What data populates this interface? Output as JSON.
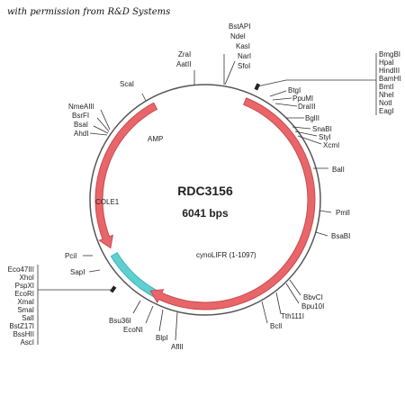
{
  "credit": "with permission from R&D Systems",
  "plasmid": {
    "name": "RDC3156",
    "size": "6041 bps"
  },
  "features": [
    {
      "label": "AMP",
      "color": "#e8666a",
      "start": 332,
      "end": 243
    },
    {
      "label": "COLE1",
      "color": "#5fd0d2",
      "start": 193,
      "end": 239
    },
    {
      "label": "cynoLIFR (1-1097)",
      "color": "#e8666a",
      "start": 22,
      "end": 211
    }
  ],
  "sites": {
    "top": [
      "BstAPI",
      "NdeI",
      "KasI",
      "NarI",
      "SfoI"
    ],
    "top_left": [
      "ZraI",
      "AatII"
    ],
    "left_upper": [
      "NmeAIII",
      "BsrFI",
      "BsaI",
      "AhdI"
    ],
    "scal": "ScaI",
    "mcs_right": [
      "BmgBI",
      "HpaI",
      "HindIII",
      "BamHI",
      "BmtI",
      "NheI",
      "NotI",
      "EagI"
    ],
    "right": [
      "BtgI",
      "PpuMI",
      "DraIII",
      "BglII",
      "SnaBI",
      "StyI",
      "XcmI",
      "BalI",
      "PmlI",
      "BsaBI"
    ],
    "right_lower": [
      "BbvCI",
      "Bpu10I",
      "Tth111I",
      "BclI"
    ],
    "bottom": [
      "AflII",
      "BlpI",
      "EcoNI",
      "Bsu36I"
    ],
    "left_lower": [
      "PciI",
      "SapI"
    ],
    "mcs_left": [
      "Eco47III",
      "XhoI",
      "PspXI",
      "EcoRI",
      "XmaI",
      "SmaI",
      "SalI",
      "BstZ17I",
      "BssHII",
      "AscI"
    ]
  }
}
